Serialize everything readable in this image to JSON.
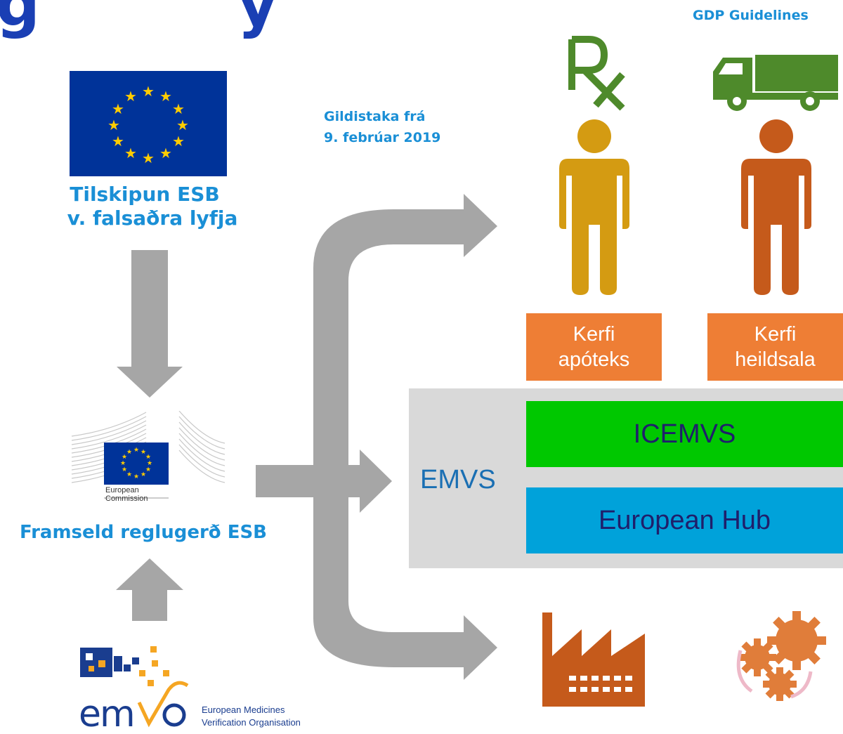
{
  "header": {
    "title_fragment": "g",
    "title_fragment2": "y",
    "gdp_guidelines": "GDP Guidelines"
  },
  "left": {
    "directive_line1": "Tilskipun ESB",
    "directive_line2": "v. falsaðra lyfja",
    "ec_logo_line1": "European",
    "ec_logo_line2": "Commission",
    "regulation": "Framseld reglugerð ESB",
    "emvo_word": "emvo",
    "emvo_name_line1": "European Medicines",
    "emvo_name_line2": "Verification Organisation"
  },
  "effective": {
    "line1": "Gildistaka frá",
    "line2": "9. febrúar 2019"
  },
  "systems": {
    "pharmacy_line1": "Kerfi",
    "pharmacy_line2": "apóteks",
    "wholesale_line1": "Kerfi",
    "wholesale_line2": "heildsala",
    "emvs": "EMVS",
    "icemvs": "ICEMVS",
    "european_hub": "European Hub"
  },
  "colors": {
    "title_blue": "#1a3fb4",
    "label_blue": "#1a8fd6",
    "arrow_gray": "#a6a6a6",
    "orange_box": "#ee7e35",
    "green_box": "#00c800",
    "hub_blue": "#00a2da",
    "emvs_panel": "#d9d9d9",
    "pharmacist": "#d49b12",
    "wholesaler": "#c55a1b",
    "truck": "#4e8a2b"
  },
  "icons": [
    "eu-flag-icon",
    "european-commission-logo",
    "emvo-logo",
    "rx-icon",
    "truck-icon",
    "pharmacist-person-icon",
    "wholesaler-person-icon",
    "factory-icon",
    "gears-icon"
  ]
}
